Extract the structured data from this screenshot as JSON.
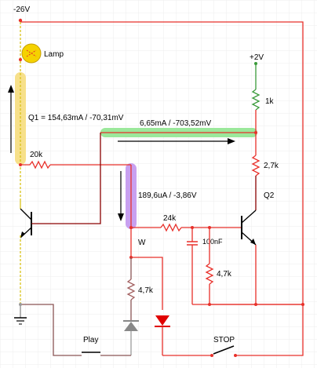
{
  "colors": {
    "wire_red": "#e8302a",
    "wire_dark": "#8a0000",
    "wire_gray": "#9a9a9a",
    "wire_green": "#3a9a3a",
    "wire_yellow": "#d9c21a",
    "grid": "#f0f0f0",
    "highlight_yellow": "#f7e08a",
    "highlight_green": "#9be89b",
    "highlight_purple": "#c8a0f0",
    "lamp": "#f5d200",
    "led": "#e00000"
  },
  "labels": {
    "supply_neg": "-26V",
    "lamp": "Lamp",
    "supply_pos": "+2V",
    "r_1k": "1k",
    "q1_reading": "Q1 = 154,63mA / -70,31mV",
    "green_reading": "6,65mA / -703,52mV",
    "r_20k": "20k",
    "r_2_7k": "2,7k",
    "purple_reading": "189,6uA / -3,86V",
    "q2": "Q2",
    "r_24k": "24k",
    "node_w": "W",
    "c_100nf": "100nF",
    "r_4_7k_right": "4,7k",
    "r_4_7k_left": "4,7k",
    "play": "Play",
    "stop": "STOP"
  }
}
